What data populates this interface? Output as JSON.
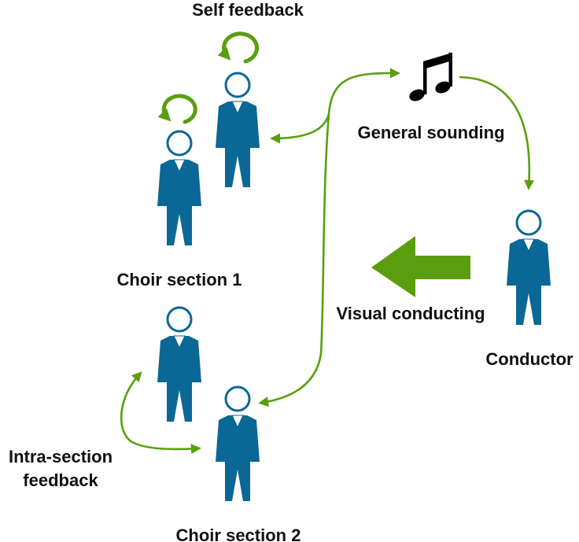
{
  "labels": {
    "self_feedback": "Self feedback",
    "general_sounding": "General sounding",
    "choir_section_1": "Choir section 1",
    "choir_section_2": "Choir section 2",
    "visual_conducting": "Visual conducting",
    "conductor": "Conductor",
    "intra_section_line1": "Intra-section",
    "intra_section_line2": "feedback"
  },
  "colors": {
    "figure": "#0b6796",
    "arrow": "#5a9e10",
    "text": "#111111",
    "note": "#000000"
  },
  "icons": {
    "note": "music-note-icon",
    "person": "person-icon"
  }
}
